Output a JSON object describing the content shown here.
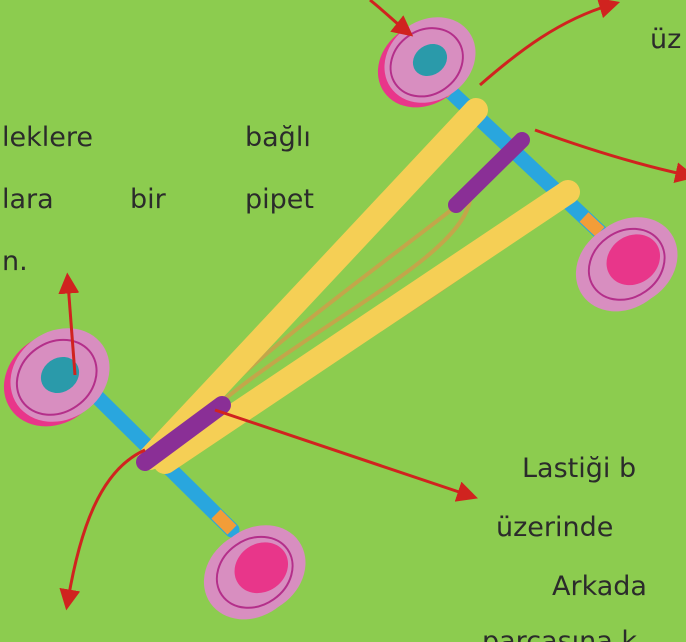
{
  "colors": {
    "background": "#8ccc4f",
    "wheel_pink": "#e8368a",
    "wheel_light": "#d88ec0",
    "hub": "#2a9aaa",
    "axle_blue": "#29a6de",
    "straw_yellow": "#f5cf55",
    "straw_purple": "#8a2f96",
    "arrow_red": "#d0231f",
    "rubber_band": "#c9a24a"
  },
  "text": {
    "top_right_fragment": "üz",
    "left_line_1_a": "leklere",
    "left_line_1_b": "bağlı",
    "left_line_2_a": "lara",
    "left_line_2_b": "bir",
    "left_line_2_c": "pipet",
    "left_line_3": "n.",
    "right_line_1": "Lastiği b",
    "right_line_2": "üzerinde",
    "right_line_3": "Arkada",
    "right_line_4": "parçasına k"
  },
  "icons": {
    "wheel": "wheel-icon",
    "arrow": "arrow-icon"
  }
}
